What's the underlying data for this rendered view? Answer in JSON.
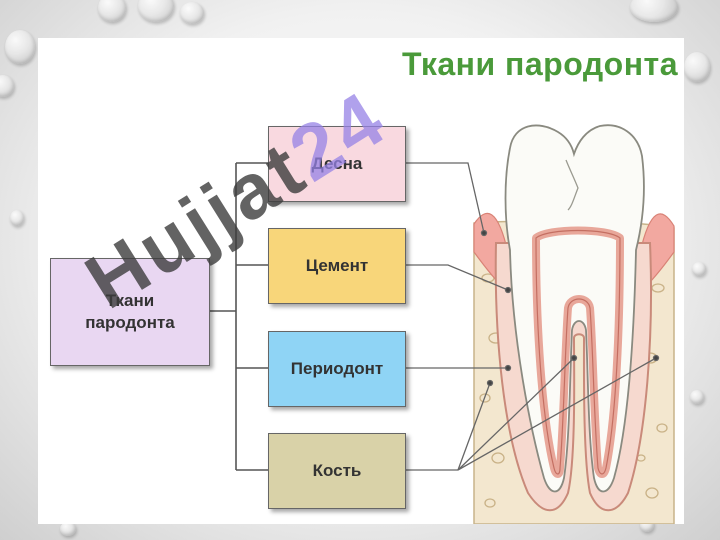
{
  "title": "Ткани пародонта",
  "root": {
    "line1": "Ткани",
    "line2": "пародонта"
  },
  "branches": [
    {
      "label": "Десна",
      "color": "#f9d9e0"
    },
    {
      "label": "Цемент",
      "color": "#f8d67a"
    },
    {
      "label": "Периодонт",
      "color": "#8fd4f5"
    },
    {
      "label": "Кость",
      "color": "#d9d2a8"
    }
  ],
  "watermark": {
    "main": "Hujjat",
    "tail": "24"
  },
  "colors": {
    "title": "#4a9a3a",
    "gum": "#f2a8a0",
    "pulp": "#e8a79a",
    "bone": "#f3e7cf"
  }
}
